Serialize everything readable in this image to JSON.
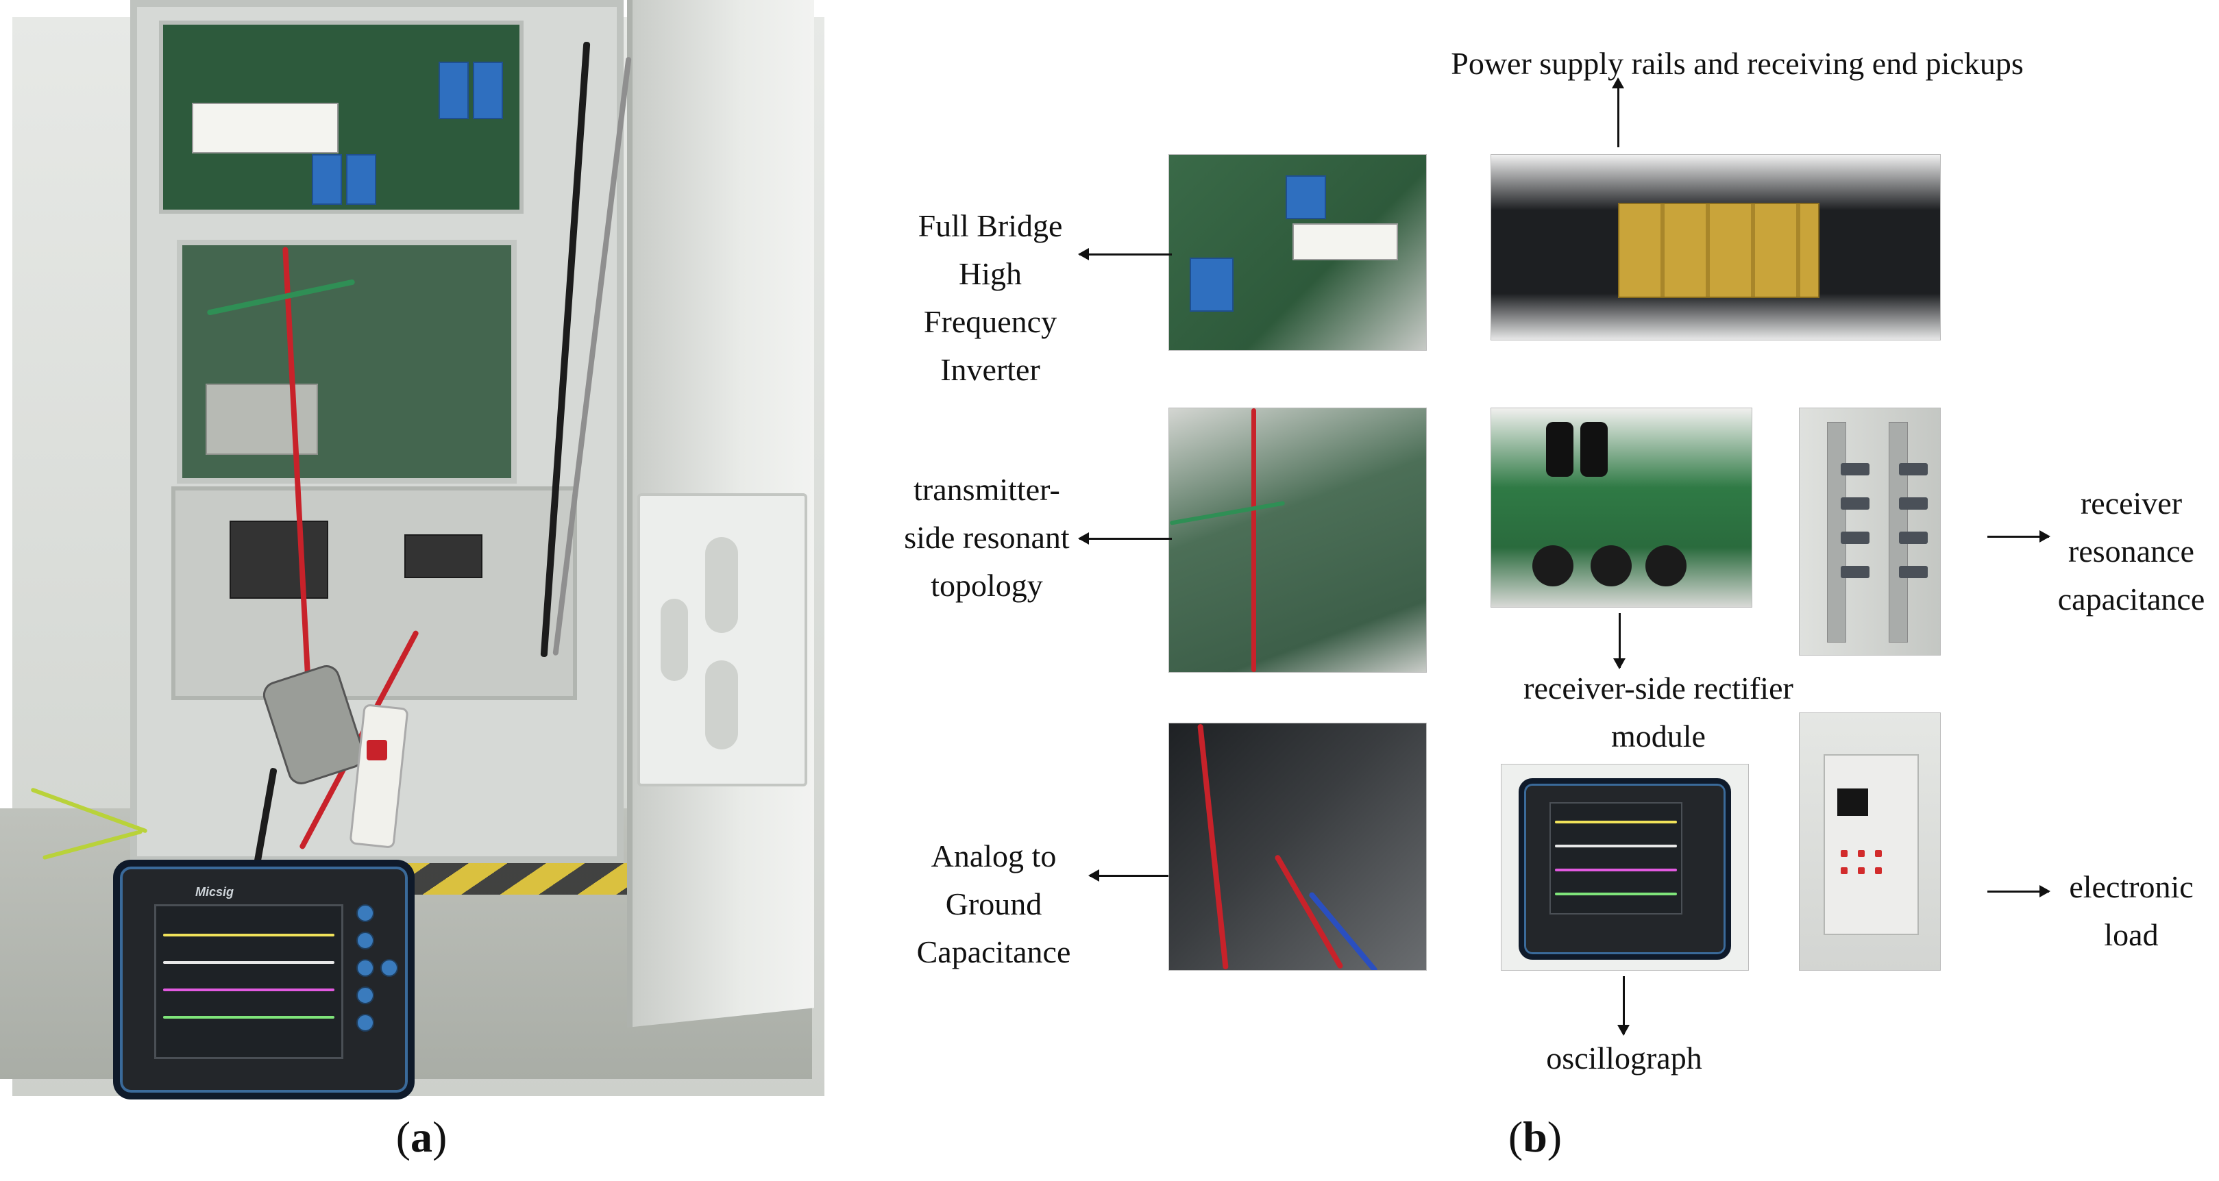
{
  "panels": {
    "a": {
      "open": "(",
      "letter": "a",
      "close": ")"
    },
    "b": {
      "open": "(",
      "letter": "b",
      "close": ")"
    }
  },
  "labels": {
    "power_supply_rails": "Power supply rails and receiving end pickups",
    "full_bridge_inverter": "Full Bridge\nHigh\nFrequency\nInverter",
    "transmitter_topology": "transmitter-\nside resonant\ntopology",
    "receiver_capacitance": "receiver\nresonance\ncapacitance",
    "rectifier_module": "receiver-side rectifier\nmodule",
    "analog_ground_capacitance": "Analog to\nGround\nCapacitance",
    "electronic_load": "electronic\nload",
    "oscillograph": "oscillograph"
  },
  "scope_brand": "Micsig",
  "colors": {
    "pcb_green": "#2e5a3b",
    "capacitor_blue": "#2f6fbf",
    "trace_yellow": "#f1e35a",
    "trace_magenta": "#e25ae0",
    "trace_green": "#7fe57a",
    "pickup_gold": "#c9a43a"
  }
}
